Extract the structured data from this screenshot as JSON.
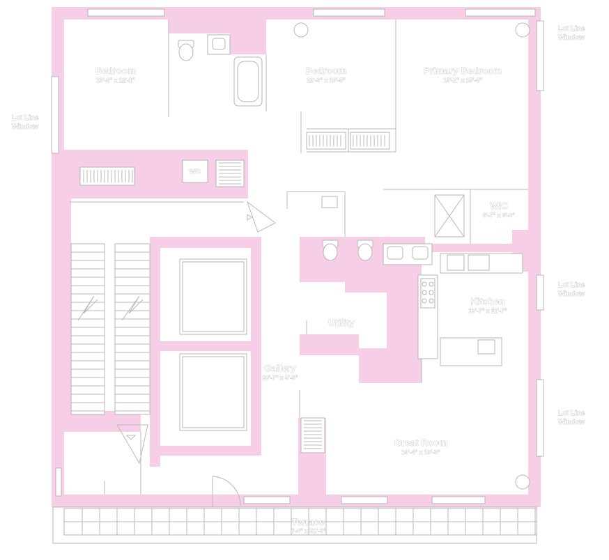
{
  "floor_plan": {
    "accent_color": "#f6cfe6",
    "rooms": {
      "bedroom_left": {
        "name": "Bedroom",
        "dim": "13'-8\" x 12'-1\""
      },
      "bedroom_center": {
        "name": "Bedroom",
        "dim": "12'-9\" x 10'-5\""
      },
      "primary_bedroom": {
        "name": "Primary Bedroom",
        "dim": "15'-1\" x 15'-4\""
      },
      "wic": {
        "name": "WIC",
        "dim": "6'-7\" x 6'-0\""
      },
      "kitchen": {
        "name": "Kitchen",
        "dim": "13'-7\" x 11'-7\""
      },
      "utility": {
        "name": "Utility"
      },
      "gallery": {
        "name": "Gallery",
        "dim": "20'-7\" x 5'-3\""
      },
      "great_room": {
        "name": "Great Room",
        "dim": "19'-4\" x 19'-3\""
      },
      "terrace": {
        "name": "Terrace",
        "dim": "4'-0\" x 51'-3\""
      }
    },
    "fixtures": {
      "wd": "W/D"
    },
    "lot_line_windows": [
      {
        "line1": "Lot Line",
        "line2": "Window"
      },
      {
        "line1": "Lot Line",
        "line2": "Window"
      },
      {
        "line1": "Lot Line",
        "line2": "Window"
      },
      {
        "line1": "Lot Line",
        "line2": "Window"
      }
    ]
  }
}
